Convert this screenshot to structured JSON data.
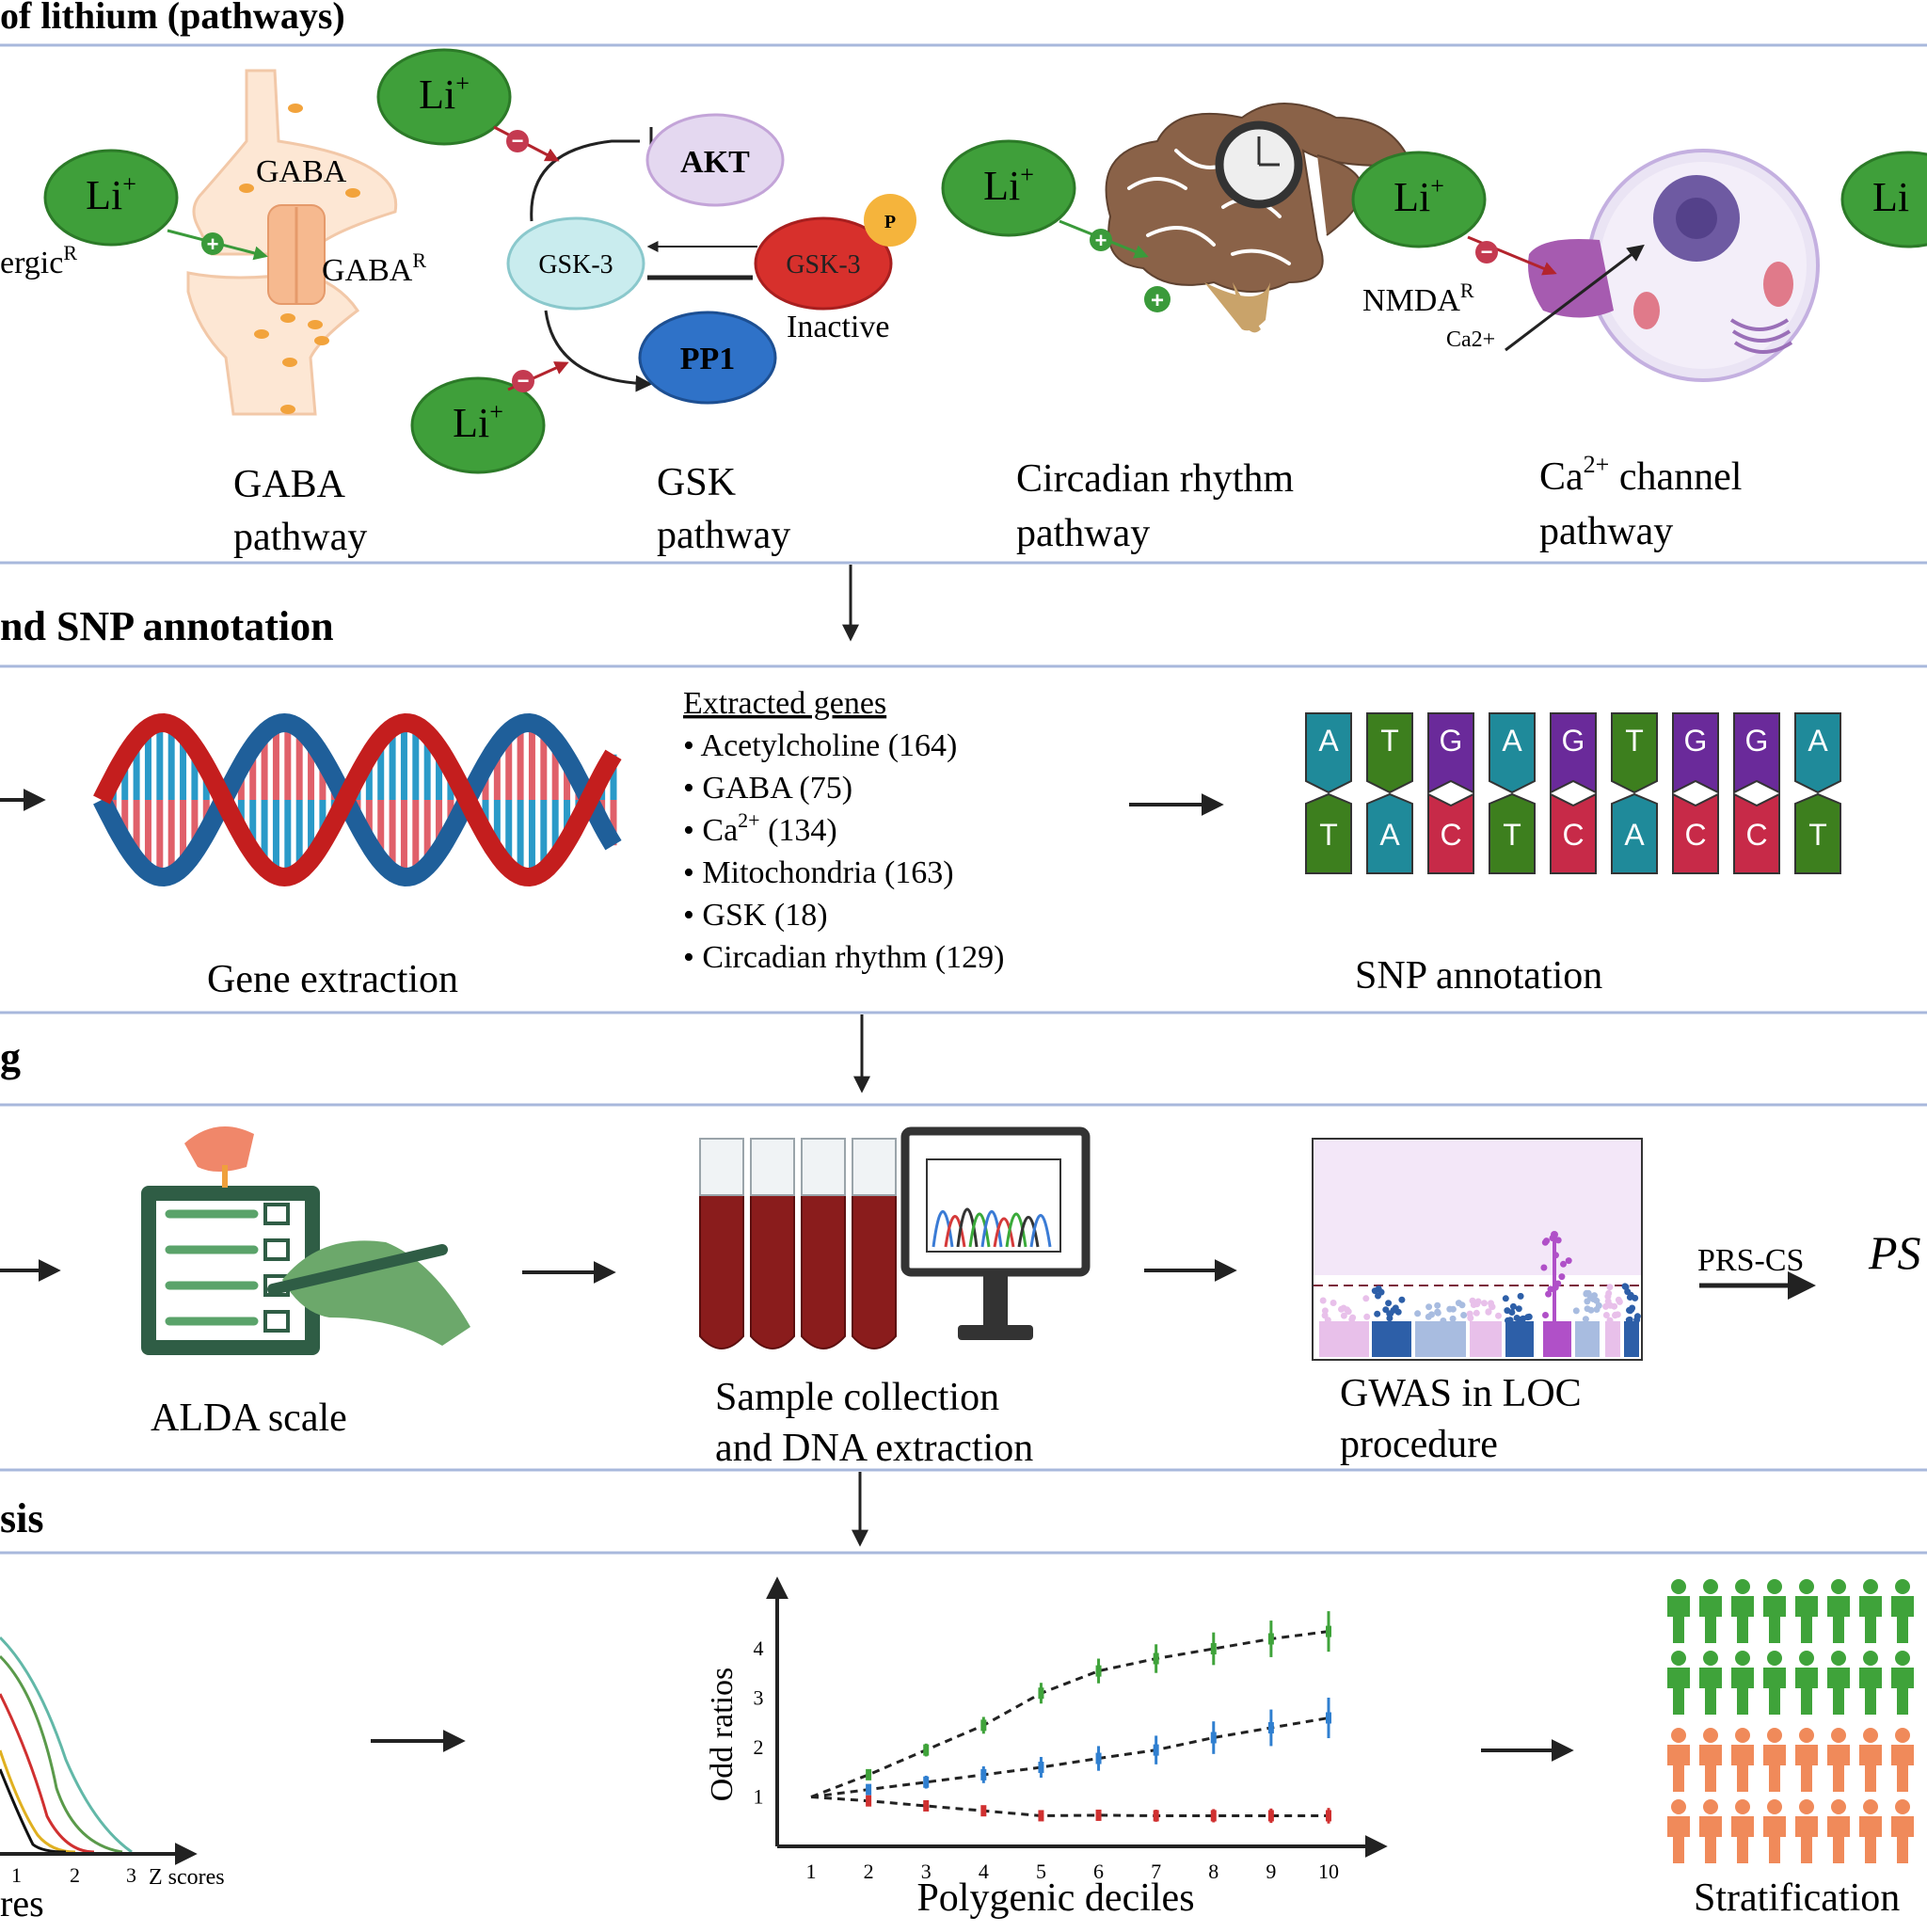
{
  "sections": {
    "s1_title": "of lithium (pathways)",
    "s2_title": "nd SNP annotation",
    "s3_title": "g",
    "s4_title": "sis"
  },
  "li": {
    "label": "Li",
    "sup": "+"
  },
  "gaba": {
    "gaba_label": "GABA",
    "receptor": "GABA",
    "receptor_sup": "R",
    "ergic": "ergic",
    "ergic_sup": "R",
    "caption1": "GABA",
    "caption2": "pathway"
  },
  "gsk": {
    "akt": "AKT",
    "gsk3": "GSK-3",
    "gsk3_inactive": "GSK-3",
    "p": "P",
    "pp1": "PP1",
    "inactive": "Inactive",
    "caption1": "GSK",
    "caption2": "pathway"
  },
  "circadian": {
    "caption1": "Circadian rhythm",
    "caption2": "pathway"
  },
  "ca": {
    "nmda": "NMDA",
    "nmda_sup": "R",
    "ca2": "Ca2+",
    "caption1_pre": "Ca",
    "caption1_sup": "2+",
    "caption1_post": " channel",
    "caption2": "pathway"
  },
  "extraction": {
    "gene_caption": "Gene extraction",
    "list_title": "Extracted genes",
    "genes": [
      "• Acetylcholine (164)",
      "• GABA (75)",
      "• Ca",
      "• Mitochondria (163)",
      "• GSK (18)",
      "• Circadian rhythm (129)"
    ],
    "ca_sup": "2+",
    "ca_rest": " (134)",
    "snp_caption": "SNP annotation",
    "snp_top": [
      "A",
      "T",
      "G",
      "A",
      "G",
      "T",
      "G",
      "G",
      "A"
    ],
    "snp_bottom": [
      "T",
      "A",
      "C",
      "T",
      "C",
      "A",
      "C",
      "C",
      "T"
    ]
  },
  "genotyping": {
    "alda_caption": "ALDA scale",
    "sample_caption1": "Sample collection",
    "sample_caption2": "and DNA extraction",
    "gwas_caption1": "GWAS in LOC",
    "gwas_caption2": "procedure",
    "prs_cs": "PRS-CS",
    "ps": "PS"
  },
  "analysis": {
    "zscores": "Z scores",
    "res": "res",
    "stratification": "Stratification"
  },
  "chart_data": {
    "type": "line",
    "xlabel": "Polygenic deciles",
    "ylabel": "Odd ratios",
    "x": [
      1,
      2,
      3,
      4,
      5,
      6,
      7,
      8,
      9,
      10
    ],
    "ylim": [
      0,
      4.8
    ],
    "yticks": [
      1,
      2,
      3,
      4
    ],
    "series": [
      {
        "color": "#3fa33a",
        "values": [
          1.0,
          1.45,
          1.95,
          2.45,
          3.1,
          3.55,
          3.8,
          4.0,
          4.2,
          4.35
        ]
      },
      {
        "color": "#2f7fd0",
        "values": [
          1.0,
          1.15,
          1.3,
          1.45,
          1.6,
          1.78,
          1.95,
          2.2,
          2.4,
          2.6
        ]
      },
      {
        "color": "#d03030",
        "values": [
          1.0,
          0.92,
          0.82,
          0.72,
          0.62,
          0.63,
          0.62,
          0.62,
          0.62,
          0.62
        ]
      }
    ],
    "grid": false
  },
  "colors": {
    "li_green": "#3f9f3a",
    "divider": "#a8b8dc",
    "akt": "#e4d8f0",
    "gsk3": "#c9ecee",
    "gsk3_inactive": "#d7302c",
    "pp1": "#2f72c8",
    "p_badge": "#f5b43c",
    "snp_teal": "#1f8a9a",
    "snp_green": "#3d7f1e",
    "snp_purple": "#6a2a9a",
    "snp_red": "#c72a48"
  }
}
